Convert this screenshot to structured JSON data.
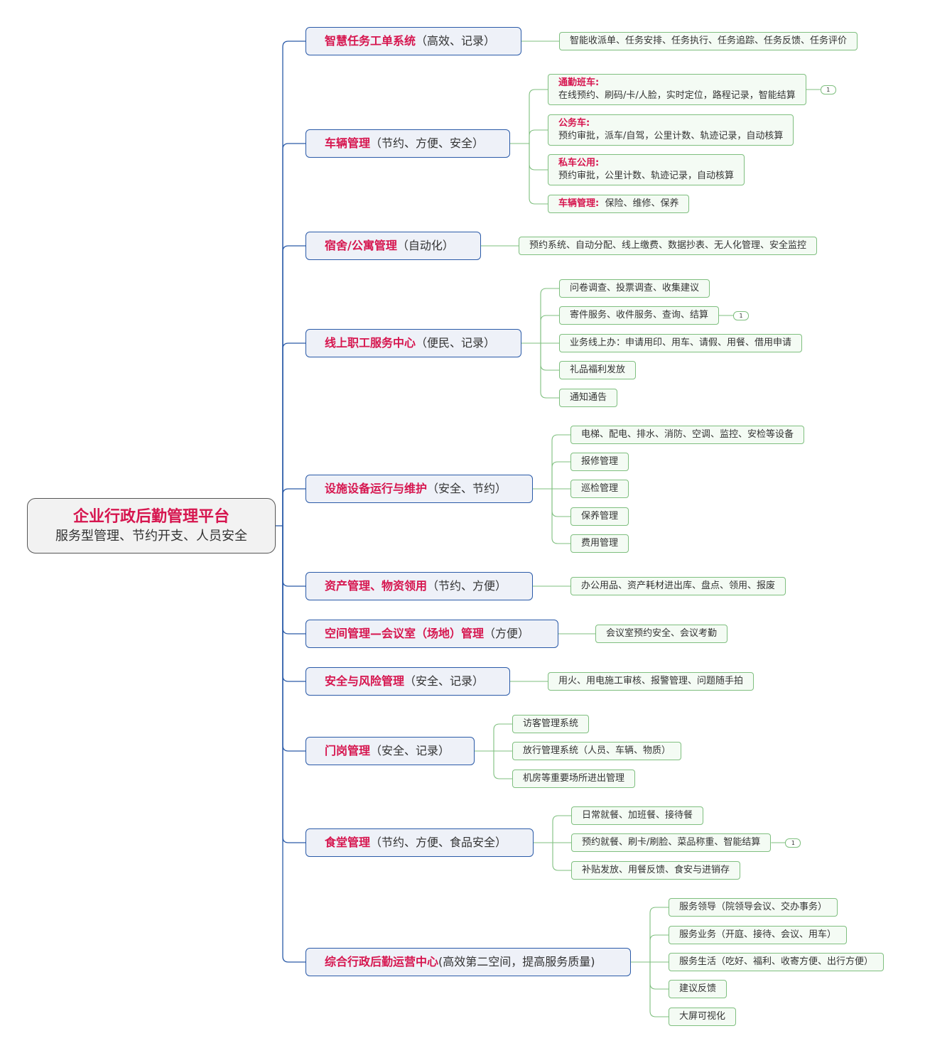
{
  "root": {
    "title": "企业行政后勤管理平台",
    "subtitle": "服务型管理、节约开支、人员安全"
  },
  "branches": [
    {
      "title": "智慧任务工单系统",
      "note": "（高效、记录）",
      "leaves": [
        {
          "text": "智能收派单、任务安排、任务执行、任务追踪、任务反馈、任务评价"
        }
      ]
    },
    {
      "title": "车辆管理",
      "note": "（节约、方便、安全）",
      "leaves": [
        {
          "title": "通勤班车:",
          "text": "在线预约、刷码/卡/人脸，实时定位，路程记录，智能结算",
          "badge": "1"
        },
        {
          "title": "公务车:",
          "text": "预约审批，派车/自驾，公里计数、轨迹记录，自动核算"
        },
        {
          "title": "私车公用:",
          "text": "预约审批，公里计数、轨迹记录，自动核算"
        },
        {
          "title": "车辆管理:",
          "text": "保险、维修、保养"
        }
      ]
    },
    {
      "title": "宿舍/公寓管理",
      "note": "（自动化）",
      "leaves": [
        {
          "text": "预约系统、自动分配、线上缴费、数据抄表、无人化管理、安全监控"
        }
      ]
    },
    {
      "title": "线上职工服务中心",
      "note": "（便民、记录）",
      "leaves": [
        {
          "text": "问卷调查、投票调查、收集建议"
        },
        {
          "text": "寄件服务、收件服务、查询、结算",
          "badge": "1"
        },
        {
          "text": "业务线上办：申请用印、用车、请假、用餐、借用申请"
        },
        {
          "text": "礼品福利发放"
        },
        {
          "text": "通知通告"
        }
      ]
    },
    {
      "title": "设施设备运行与维护",
      "note": "（安全、节约）",
      "leaves": [
        {
          "text": "电梯、配电、排水、消防、空调、监控、安检等设备"
        },
        {
          "text": "报修管理"
        },
        {
          "text": "巡检管理"
        },
        {
          "text": "保养管理"
        },
        {
          "text": "费用管理"
        }
      ]
    },
    {
      "title": "资产管理、物资领用",
      "note": "（节约、方便）",
      "leaves": [
        {
          "text": "办公用品、资产耗材进出库、盘点、领用、报废"
        }
      ]
    },
    {
      "title": "空间管理—会议室（场地）管理",
      "note": "（方便）",
      "leaves": [
        {
          "text": "会议室预约安全、会议考勤"
        }
      ]
    },
    {
      "title": "安全与风险管理",
      "note": "（安全、记录）",
      "leaves": [
        {
          "text": "用火、用电施工审核、报警管理、问题随手拍"
        }
      ]
    },
    {
      "title": "门岗管理",
      "note": "（安全、记录）",
      "leaves": [
        {
          "text": "访客管理系统"
        },
        {
          "text": "放行管理系统（人员、车辆、物质）"
        },
        {
          "text": "机房等重要场所进出管理"
        }
      ]
    },
    {
      "title": "食堂管理",
      "note": "（节约、方便、食品安全）",
      "leaves": [
        {
          "text": "日常就餐、加班餐、接待餐"
        },
        {
          "text": "预约就餐、刷卡/刷脸、菜品称重、智能结算",
          "badge": "1"
        },
        {
          "text": "补贴发放、用餐反馈、食安与进销存"
        }
      ]
    },
    {
      "title": "综合行政后勤运营中心",
      "note": "(高效第二空间，提高服务质量)",
      "leaves": [
        {
          "text": "服务领导（院领导会议、交办事务）"
        },
        {
          "text": "服务业务（开庭、接待、会议、用车）"
        },
        {
          "text": "服务生活（吃好、福利、收寄方便、出行方便）"
        },
        {
          "text": "建议反馈"
        },
        {
          "text": "大屏可视化"
        }
      ]
    }
  ]
}
